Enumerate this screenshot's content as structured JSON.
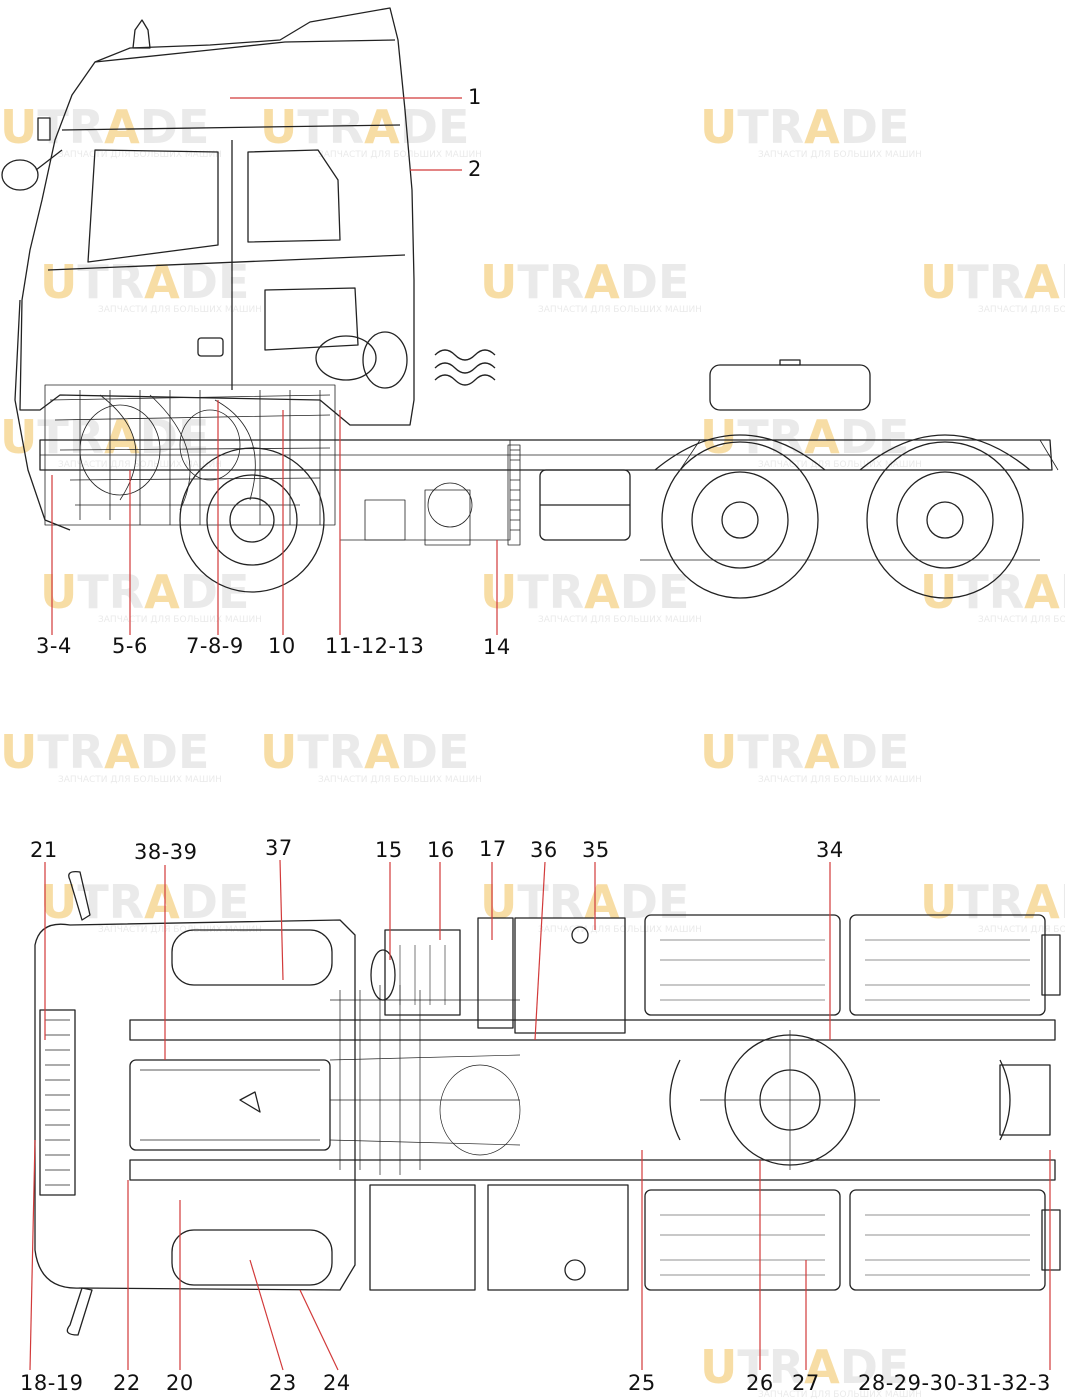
{
  "watermark": {
    "brand": "UTRADE",
    "brand_a": "U",
    "brand_b": "TR",
    "brand_c": "A",
    "brand_d": "DE",
    "tagline": "ЗАПЧАСТИ ДЛЯ БОЛЬШИХ МАШИН",
    "brand_color": "#f2c25c",
    "text_color": "#d9d9d9"
  },
  "side_view": {
    "labels": [
      "1",
      "2",
      "3-4",
      "5-6",
      "7-8-9",
      "10",
      "11-12-13",
      "14"
    ]
  },
  "top_view": {
    "labels": [
      "21",
      "38-39",
      "37",
      "15",
      "16",
      "17",
      "36",
      "35",
      "34",
      "18-19",
      "22",
      "20",
      "23",
      "24",
      "25",
      "26",
      "27",
      "28-29-30-31-32-3"
    ]
  },
  "colors": {
    "callout": "#d23a3a",
    "line": "#222222"
  }
}
